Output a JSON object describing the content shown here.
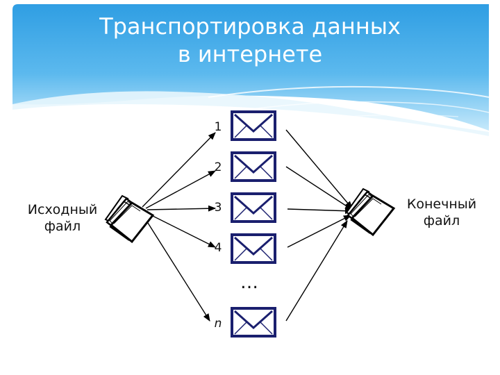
{
  "title": {
    "line1": "Транспортировка данных",
    "line2": "в интернете"
  },
  "source": {
    "line1": "Исходный",
    "line2": "файл"
  },
  "destination": {
    "line1": "Конечный",
    "line2": "файл"
  },
  "packets": [
    {
      "label": "1"
    },
    {
      "label": "2"
    },
    {
      "label": "3"
    },
    {
      "label": "4"
    },
    {
      "label": "n"
    }
  ],
  "ellipsis": "…",
  "colors": {
    "header_sky": "#3fa6e6",
    "header_light": "#bfe6fb",
    "envelope_stroke": "#1a1f6e",
    "arrow": "#000000"
  },
  "icons": {
    "source": "folder-icon",
    "destination": "folder-icon",
    "packet": "envelope-icon"
  }
}
